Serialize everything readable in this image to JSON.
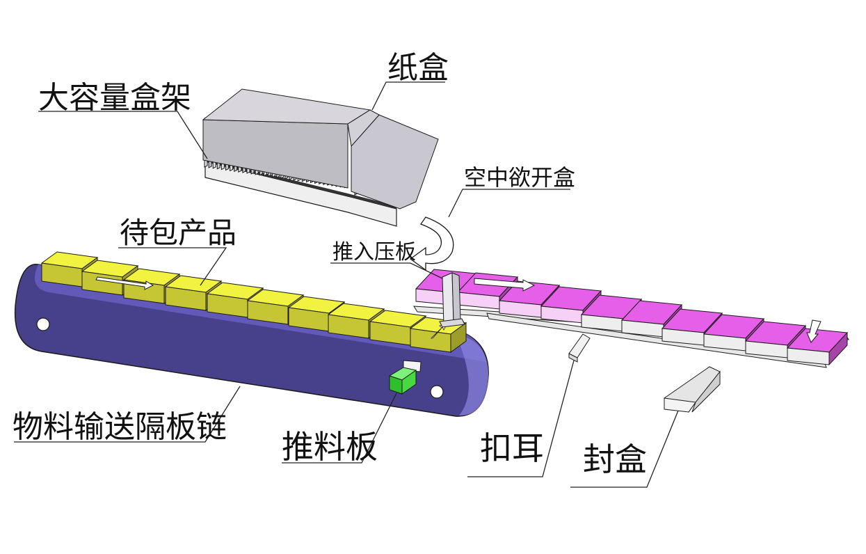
{
  "labels": {
    "magazine": "大容量盒架",
    "carton": "纸盒",
    "open_box": "空中欲开盒",
    "products": "待包产品",
    "push_plate": "推入压板",
    "conveyor": "物料输送隔板链",
    "pusher": "推料板",
    "tab_tuck": "扣耳",
    "seal": "封盒"
  },
  "colors": {
    "product": "#f2f240",
    "conveyor_belt": "#4a4490",
    "carton": "#e65fe8",
    "pusher": "#3ed43a",
    "magazine": "#c8c6cc"
  }
}
